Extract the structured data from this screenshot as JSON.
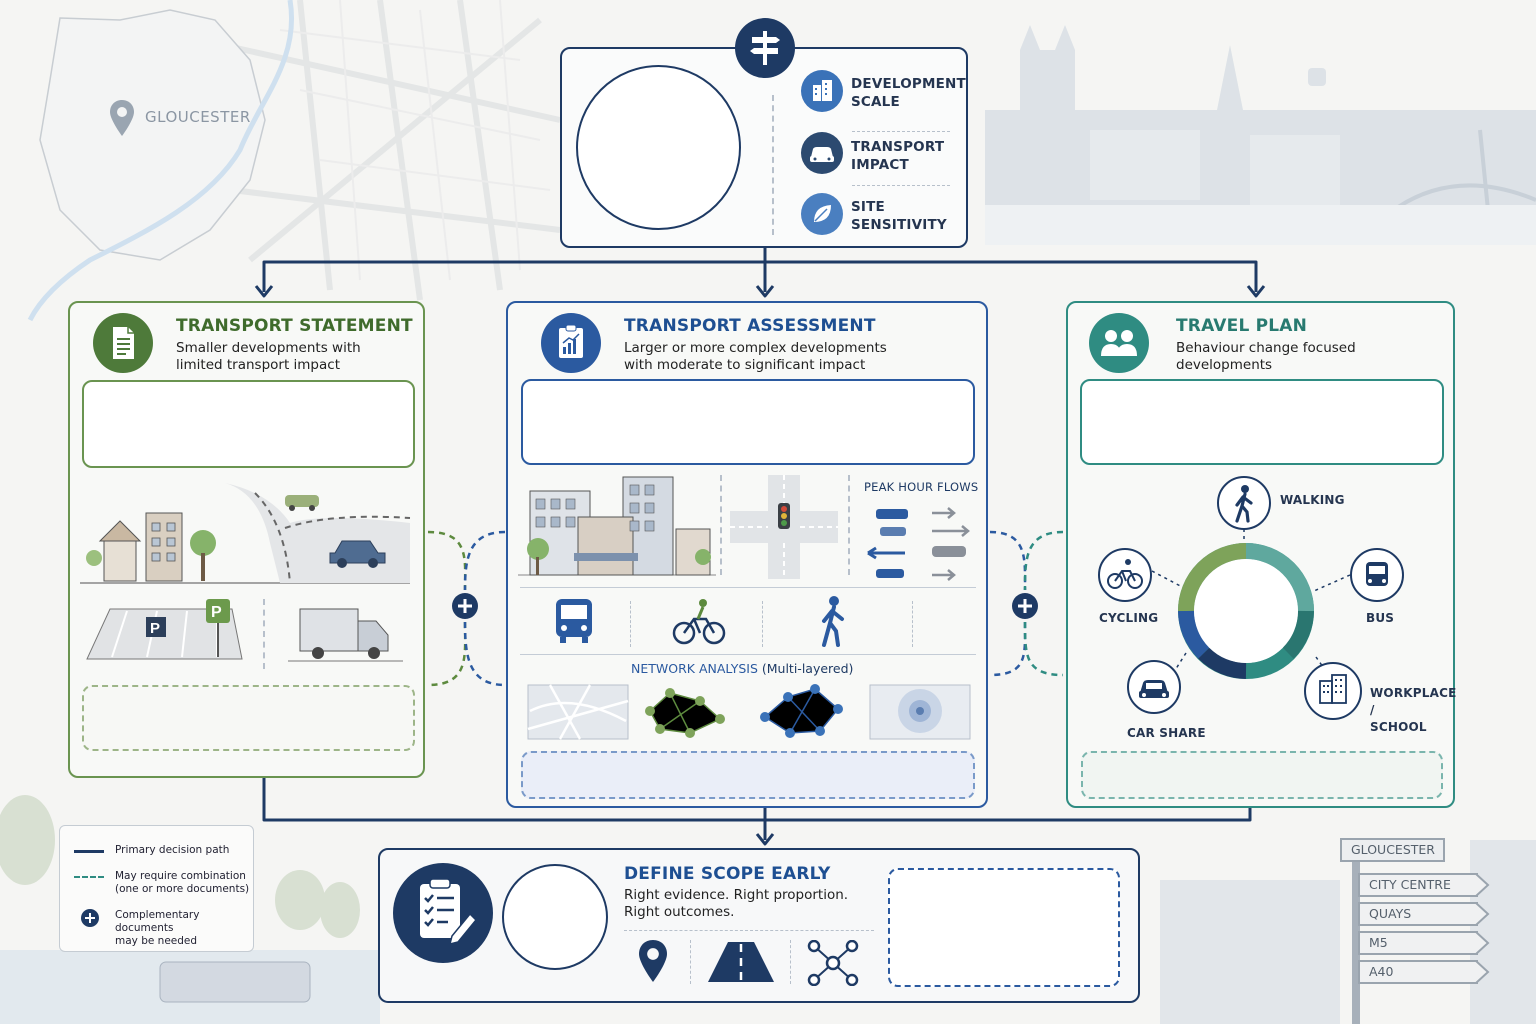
{
  "map_label": "GLOUCESTER",
  "decision": {
    "criteria": [
      {
        "label": "DEVELOPMENT\nSCALE",
        "icon": "building-icon"
      },
      {
        "label": "TRANSPORT\nIMPACT",
        "icon": "car-icon"
      },
      {
        "label": "SITE\nSENSITIVITY",
        "icon": "leaf-icon"
      }
    ]
  },
  "statement": {
    "title": "TRANSPORT STATEMENT",
    "subtitle": "Smaller developments with\nlimited transport impact"
  },
  "assessment": {
    "title": "TRANSPORT ASSESSMENT",
    "subtitle": "Larger or more complex developments\nwith moderate to significant impact",
    "peak_label": "PEAK HOUR FLOWS",
    "network_label": "NETWORK ANALYSIS",
    "network_suffix": "(Multi-layered)"
  },
  "travel": {
    "title": "TRAVEL PLAN",
    "subtitle": "Behaviour change focused\ndevelopments",
    "modes": {
      "walking": "WALKING",
      "cycling": "CYCLING",
      "bus": "BUS",
      "car_share": "CAR SHARE",
      "workplace": "WORKPLACE /\nSCHOOL"
    }
  },
  "legend": {
    "primary": "Primary decision path",
    "combination": "May require combination\n(one or more documents)",
    "complementary": "Complementary documents\nmay be needed"
  },
  "scope": {
    "title": "DEFINE SCOPE EARLY",
    "subtitle": "Right evidence. Right proportion.\nRight outcomes."
  },
  "signpost": {
    "header": "GLOUCESTER",
    "signs": [
      "CITY CENTRE",
      "QUAYS",
      "M5",
      "A40"
    ]
  },
  "colors": {
    "navy": "#1e3a64",
    "green": "#4e7a3a",
    "teal": "#2f8c82",
    "blue": "#2b5aa0"
  }
}
